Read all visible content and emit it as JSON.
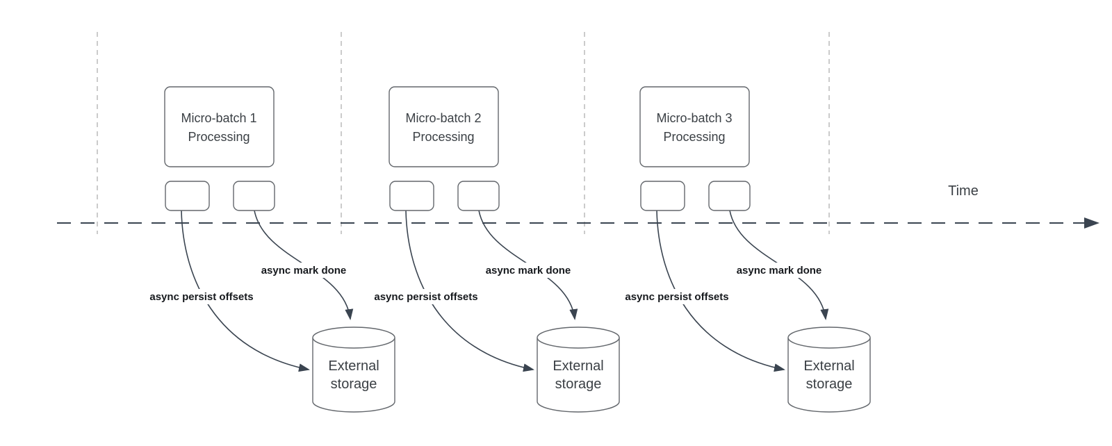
{
  "time_axis": {
    "label": "Time"
  },
  "groups": [
    {
      "title_line1": "Micro-batch 1",
      "title_line2": "Processing",
      "persist_label": "async persist offsets",
      "mark_done_label": "async mark done",
      "storage_line1": "External",
      "storage_line2": "storage"
    },
    {
      "title_line1": "Micro-batch 2",
      "title_line2": "Processing",
      "persist_label": "async persist offsets",
      "mark_done_label": "async mark done",
      "storage_line1": "External",
      "storage_line2": "storage"
    },
    {
      "title_line1": "Micro-batch 3",
      "title_line2": "Processing",
      "persist_label": "async persist offsets",
      "mark_done_label": "async mark done",
      "storage_line1": "External",
      "storage_line2": "storage"
    }
  ],
  "colors": {
    "edge": "#3a4450",
    "shape-stroke": "#63676c",
    "shape-text": "#3b4045",
    "label-text": "#16191d",
    "grid": "#b5b5b5",
    "bg": "#ffffff"
  }
}
